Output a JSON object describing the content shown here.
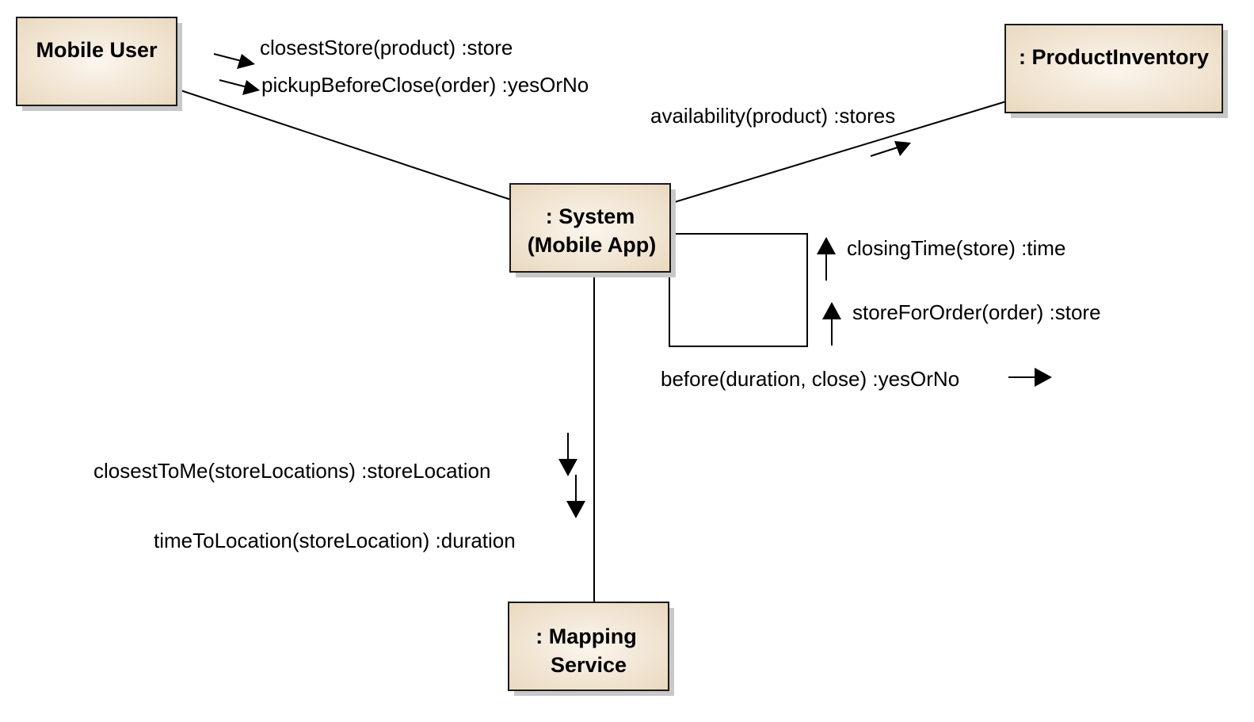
{
  "nodes": {
    "mobile_user": "Mobile User",
    "product_inventory": ": ProductInventory",
    "system": [
      ": System",
      "(Mobile App)"
    ],
    "mapping_service": [
      ": Mapping",
      "Service"
    ]
  },
  "messages": {
    "closest_store": "closestStore(product) :store",
    "pickup_before_close": "pickupBeforeClose(order) :yesOrNo",
    "availability": "availability(product) :stores",
    "closing_time": "closingTime(store) :time",
    "store_for_order": "storeForOrder(order) :store",
    "before": "before(duration, close) :yesOrNo",
    "closest_to_me": "closestToMe(storeLocations) :storeLocation",
    "time_to_location": "timeToLocation(storeLocation) :duration"
  },
  "colors": {
    "node_fill_light": "#fbf6ee",
    "node_fill_dark": "#e8d6bb",
    "node_border": "#1a1a1a",
    "shadow": "#c8c8c8"
  }
}
